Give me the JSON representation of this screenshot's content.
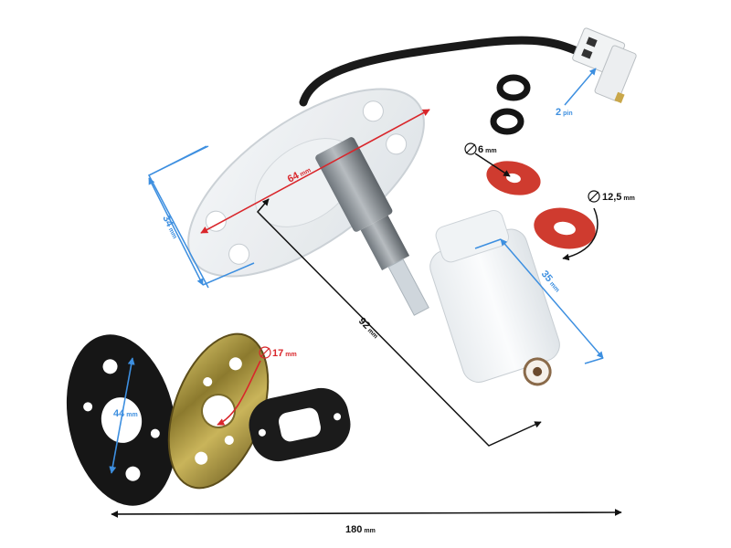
{
  "image": {
    "subject": "fuel-level-sender",
    "colors": {
      "blue_dimension": "#3d8fe0",
      "red_dimension": "#d9262b",
      "black_dimension": "#111111",
      "red_washer": "#cf3b2f",
      "cable": "#1a1a1a"
    }
  },
  "dimensions": {
    "connector_pins": {
      "value": "2",
      "unit": "pin"
    },
    "screw_small": {
      "value": "6",
      "unit": "mm"
    },
    "screw_large": {
      "value": "12,5",
      "unit": "mm"
    },
    "flange_length": {
      "value": "64",
      "unit": "mm"
    },
    "flange_width": {
      "value": "34",
      "unit": "mm"
    },
    "float_height": {
      "value": "35",
      "unit": "mm"
    },
    "rod_length": {
      "value": "92",
      "unit": "mm"
    },
    "gasket_length": {
      "value": "44",
      "unit": "mm"
    },
    "plate_hole": {
      "value": "17",
      "unit": "mm"
    },
    "total_length": {
      "value": "180",
      "unit": "mm"
    }
  }
}
